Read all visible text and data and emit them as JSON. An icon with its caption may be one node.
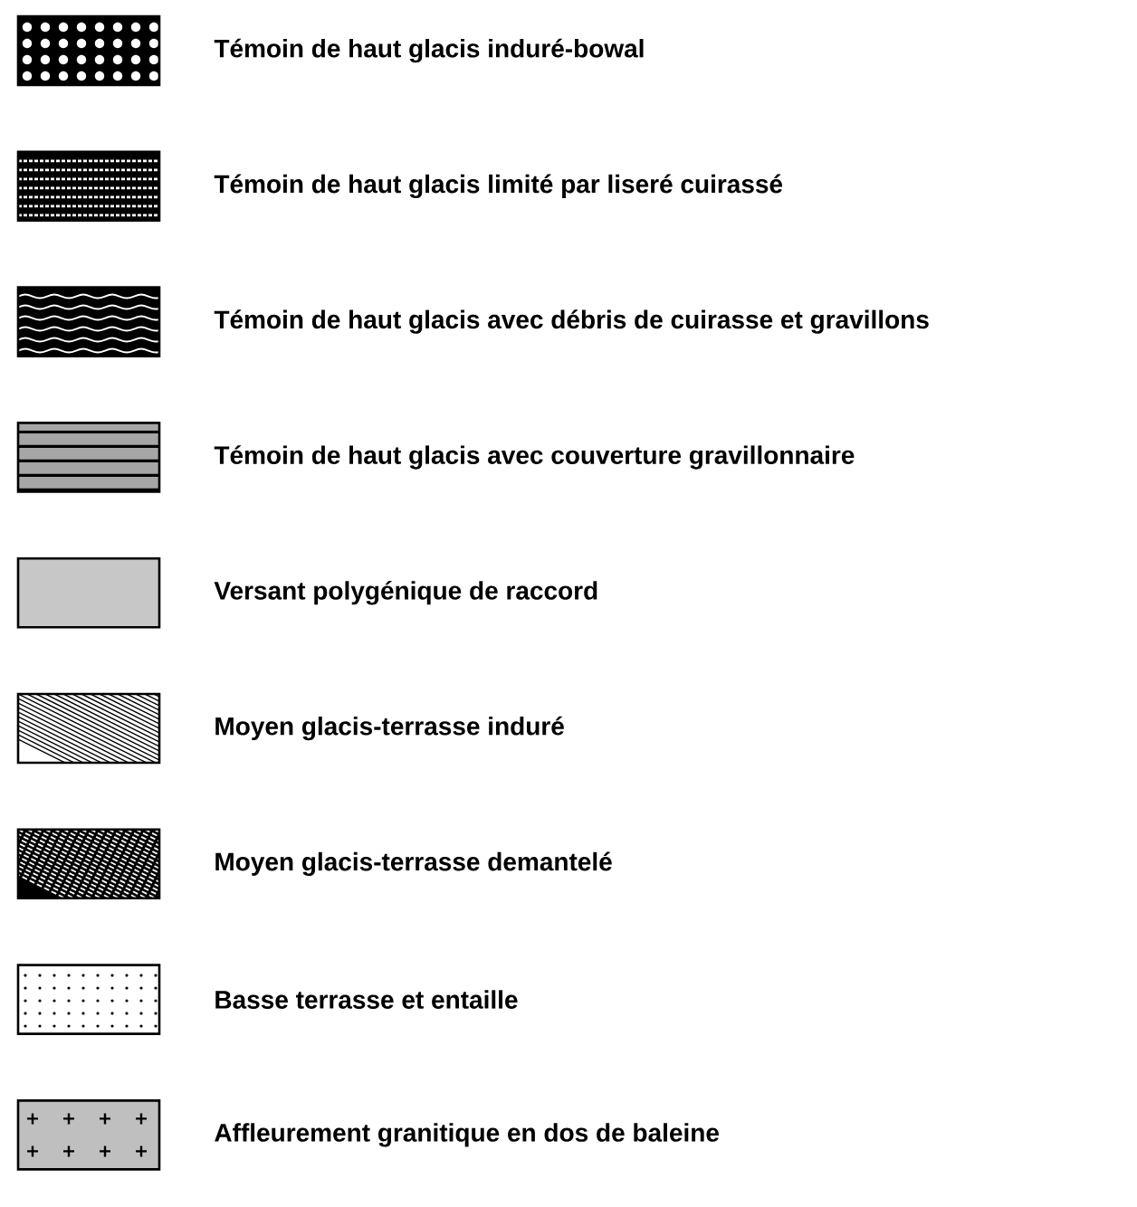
{
  "diagram": {
    "legend": [
      {
        "text": "Témoin de haut glacis induré-bowal"
      },
      {
        "text": "Témoin de haut glacis limité par liseré cuirassé"
      },
      {
        "text": "Témoin de haut glacis avec débris de cuirasse et gravillons"
      },
      {
        "text": "Témoin de haut glacis avec couverture gravillonnaire"
      },
      {
        "text": "Versant polygénique de raccord"
      },
      {
        "text": "Moyen glacis-terrasse induré"
      },
      {
        "text": "Moyen glacis-terrasse demantelé"
      },
      {
        "text": "Basse terrasse et entaille"
      },
      {
        "text": "Affleurement granitique en dos de baleine"
      }
    ]
  }
}
